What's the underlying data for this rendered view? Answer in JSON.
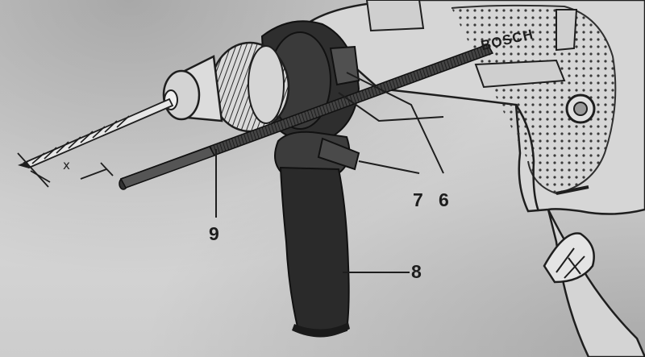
{
  "brand": "BOSCH",
  "dimension_label": "x",
  "callouts": {
    "depth_stop_rod": "9",
    "handle_clamp": "7",
    "auxiliary_handle": "8",
    "depth_stop_holder": "6"
  },
  "colors": {
    "paper": "#d2d2d2",
    "ink": "#1d1d1d",
    "handle": "#2a2a2a"
  }
}
